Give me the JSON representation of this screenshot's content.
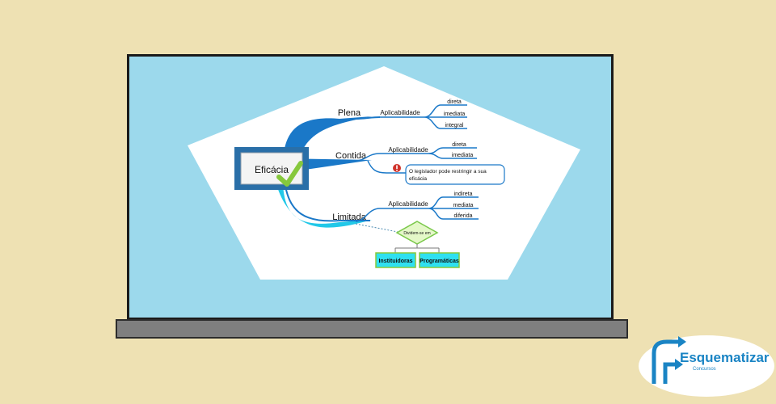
{
  "central": {
    "label": "Eficácia"
  },
  "branches": [
    {
      "label": "Plena",
      "sub_label": "Aplicabilidade",
      "leaves": [
        "direta",
        "imediata",
        "integral"
      ]
    },
    {
      "label": "Contida",
      "sub_label": "Aplicabilidade",
      "leaves": [
        "direta",
        "imediata"
      ],
      "note": [
        "O legislador pode restringir a sua",
        "eficácia"
      ]
    },
    {
      "label": "Limitada",
      "sub_label": "Aplicabilidade",
      "leaves": [
        "indireta",
        "mediata",
        "diferida"
      ],
      "decision": "Dividem-se em",
      "categories": [
        "Instituidoras",
        "Programáticas"
      ]
    }
  ],
  "logo": {
    "name": "Esquematizar",
    "subtitle": "Concursos"
  },
  "colors": {
    "background": "#eee1b3",
    "board": "#9cd9ec",
    "branch_dark": "#1a78c8",
    "branch_cyan": "#22c8e8",
    "central_frame": "#2a6fa8",
    "check": "#86c83c",
    "decision_fill": "#e4f8c8",
    "category_fill": "#2fe0f0",
    "logo_blue": "#1a84c4"
  },
  "icons": [
    "check-icon",
    "warning-icon",
    "logo-arrow-icon"
  ]
}
